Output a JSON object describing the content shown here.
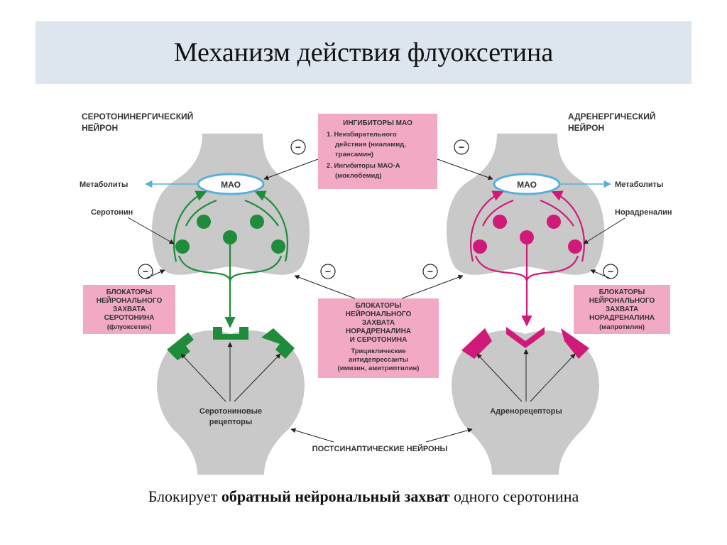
{
  "title": "Механизм действия флуоксетина",
  "left_neuron_label": [
    "СЕРОТОНИНЕРГИЧЕСКИЙ",
    "НЕЙРОН"
  ],
  "right_neuron_label": [
    "АДРЕНЕРГИЧЕСКИЙ",
    "НЕЙРОН"
  ],
  "mao_label": "МАО",
  "metabolites": "Метаболиты",
  "serotonin": "Серотонин",
  "noradrenaline": "Норадреналин",
  "minus_sign": "−",
  "mao_inhibitors": {
    "heading": "ИНГИБИТОРЫ МАО",
    "lines": [
      "1. Неизбирательного",
      "действия (ниаламид,",
      "трансамин)",
      "2. Ингибиторы МАО-А",
      "(моклобемид)"
    ]
  },
  "left_blockers": [
    "БЛОКАТОРЫ",
    "НЕЙРОНАЛЬНОГО",
    "ЗАХВАТА",
    "СЕРОТОНИНА",
    "(флуоксетин)"
  ],
  "right_blockers": [
    "БЛОКАТОРЫ",
    "НЕЙРОНАЛЬНОГО",
    "ЗАХВАТА",
    "НОРАДРЕНАЛИНА",
    "(мапротилин)"
  ],
  "center_blockers": [
    "БЛОКАТОРЫ",
    "НЕЙРОНАЛЬНОГО",
    "ЗАХВАТА",
    "НОРАДРЕНАЛИНА",
    "И СЕРОТОНИНА",
    "Трициклические",
    "антидепрессанты",
    "(имизин, амитриптилин)"
  ],
  "serotonin_receptors": [
    "Серотониновые",
    "рецепторы"
  ],
  "adrenoreceptors": "Адренорецепторы",
  "postsynaptic": "ПОСТСИНАПТИЧЕСКИЕ НЕЙРОНЫ",
  "caption": {
    "pre": "Блокирует ",
    "bold": "обратный нейрональный захват",
    "post": " одного серотонина"
  },
  "colors": {
    "title_bg": "#dde6ef",
    "neuron_gray": "#c9c9c9",
    "green": "#1e8c3a",
    "magenta": "#d01a7a",
    "pink_box": "#f2a9c6",
    "mao_blue": "#5ab0d8"
  }
}
